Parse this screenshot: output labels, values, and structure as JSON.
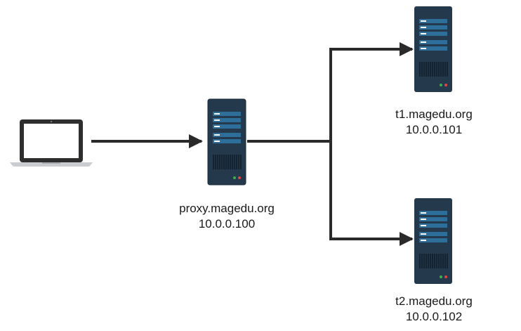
{
  "nodes": {
    "client": {
      "icon": "laptop-icon"
    },
    "proxy": {
      "icon": "server-icon",
      "hostname": "proxy.magedu.org",
      "ip": "10.0.0.100"
    },
    "t1": {
      "icon": "server-icon",
      "hostname": "t1.magedu.org",
      "ip": "10.0.0.101"
    },
    "t2": {
      "icon": "server-icon",
      "hostname": "t2.magedu.org",
      "ip": "10.0.0.102"
    }
  },
  "edges": [
    {
      "from": "client",
      "to": "proxy"
    },
    {
      "from": "proxy",
      "to": "t1"
    },
    {
      "from": "proxy",
      "to": "t2"
    }
  ],
  "colors": {
    "server_body": "#24394c",
    "server_bar": "#2d6e9b",
    "server_bar_light": "#ffffff",
    "arrow": "#2a2a2a",
    "laptop_frame": "#2e2e2e",
    "laptop_screen": "#ffffff",
    "laptop_base": "#c9ccd0",
    "led_green": "#3fae49",
    "led_red": "#e04444"
  }
}
